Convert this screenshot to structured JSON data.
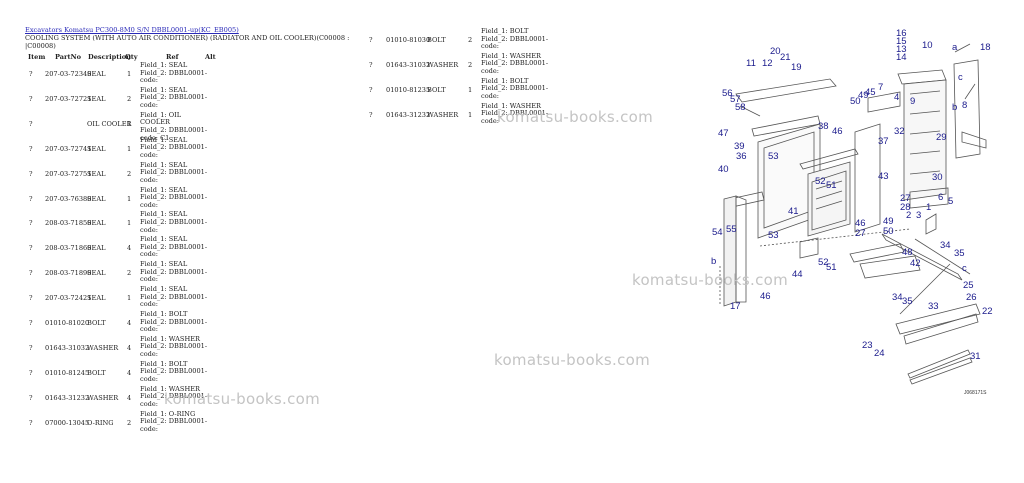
{
  "header": {
    "breadcrumb": "Excavators Komatsu PC300-8M0 S/N DBBL0001-up(KC_EB005)",
    "title_line1": "COOLING SYSTEM (WITH AUTO AIR CONDITIONER) (RADIATOR AND OIL COOLER)(C00008 :",
    "title_line2": "|C00008)"
  },
  "columns": {
    "item": "Item",
    "partno": "PartNo",
    "description": "Description",
    "qty": "Qty",
    "ref": "Ref",
    "alt": "Alt"
  },
  "rows_left": [
    {
      "item": "?",
      "partno": "207-03-72340",
      "desc": "SEAL",
      "qty": "1",
      "f1": "Field_1: SEAL",
      "f2": "Field_2: DBBL0001-",
      "f3": "code:"
    },
    {
      "item": "?",
      "partno": "207-03-72721",
      "desc": "SEAL",
      "qty": "2",
      "f1": "Field_1: SEAL",
      "f2": "Field_2: DBBL0001-",
      "f3": "code:"
    },
    {
      "item": "?",
      "partno": "",
      "desc": "OIL COOLER",
      "qty": "1",
      "f1": "Field_1: OIL COOLER",
      "f2": "Field_2: DBBL0001-",
      "f3": "code: C1"
    },
    {
      "item": "?",
      "partno": "207-03-72741",
      "desc": "SEAL",
      "qty": "1",
      "f1": "Field_1: SEAL",
      "f2": "Field_2: DBBL0001-",
      "f3": "code:"
    },
    {
      "item": "?",
      "partno": "207-03-72751",
      "desc": "SEAL",
      "qty": "2",
      "f1": "Field_1: SEAL",
      "f2": "Field_2: DBBL0001-",
      "f3": "code:"
    },
    {
      "item": "?",
      "partno": "207-03-76380",
      "desc": "SEAL",
      "qty": "1",
      "f1": "Field_1: SEAL",
      "f2": "Field_2: DBBL0001-",
      "f3": "code:"
    },
    {
      "item": "?",
      "partno": "208-03-71850",
      "desc": "SEAL",
      "qty": "1",
      "f1": "Field_1: SEAL",
      "f2": "Field_2: DBBL0001-",
      "f3": "code:"
    },
    {
      "item": "?",
      "partno": "208-03-71860",
      "desc": "SEAL",
      "qty": "4",
      "f1": "Field_1: SEAL",
      "f2": "Field_2: DBBL0001-",
      "f3": "code:"
    },
    {
      "item": "?",
      "partno": "208-03-71890",
      "desc": "SEAL",
      "qty": "2",
      "f1": "Field_1: SEAL",
      "f2": "Field_2: DBBL0001-",
      "f3": "code:"
    },
    {
      "item": "?",
      "partno": "207-03-72421",
      "desc": "SEAL",
      "qty": "1",
      "f1": "Field_1: SEAL",
      "f2": "Field_2: DBBL0001-",
      "f3": "code:"
    },
    {
      "item": "?",
      "partno": "01010-81020",
      "desc": "BOLT",
      "qty": "4",
      "f1": "Field_1: BOLT",
      "f2": "Field_2: DBBL0001-",
      "f3": "code:"
    },
    {
      "item": "?",
      "partno": "01643-31032",
      "desc": "WASHER",
      "qty": "4",
      "f1": "Field_1: WASHER",
      "f2": "Field_2: DBBL0001-",
      "f3": "code:"
    },
    {
      "item": "?",
      "partno": "01010-81245",
      "desc": "BOLT",
      "qty": "4",
      "f1": "Field_1: BOLT",
      "f2": "Field_2: DBBL0001-",
      "f3": "code:"
    },
    {
      "item": "?",
      "partno": "01643-31232",
      "desc": "WASHER",
      "qty": "4",
      "f1": "Field_1: WASHER",
      "f2": "Field_2: DBBL0001-",
      "f3": "code:"
    },
    {
      "item": "?",
      "partno": "07000-13045",
      "desc": "O-RING",
      "qty": "2",
      "f1": "Field_1: O-RING",
      "f2": "Field_2: DBBL0001-",
      "f3": "code:"
    }
  ],
  "rows_right": [
    {
      "item": "?",
      "partno": "01010-81030",
      "desc": "BOLT",
      "qty": "2",
      "f1": "Field_1: BOLT",
      "f2": "Field_2: DBBL0001-",
      "f3": "code:"
    },
    {
      "item": "?",
      "partno": "01643-31032",
      "desc": "WASHER",
      "qty": "2",
      "f1": "Field_1: WASHER",
      "f2": "Field_2: DBBL0001-",
      "f3": "code:"
    },
    {
      "item": "?",
      "partno": "01010-81235",
      "desc": "BOLT",
      "qty": "1",
      "f1": "Field_1: BOLT",
      "f2": "Field_2: DBBL0001-",
      "f3": "code:"
    },
    {
      "item": "?",
      "partno": "01643-31232",
      "desc": "WASHER",
      "qty": "1",
      "f1": "Field_1: WASHER",
      "f2": "Field_2: DBBL0001-",
      "f3": "code:"
    }
  ],
  "watermark": "komatsu-books.com",
  "diagram": {
    "callouts": [
      "16",
      "15",
      "13",
      "14",
      "20",
      "21",
      "10",
      "12",
      "19",
      "11",
      "a",
      "18",
      "c",
      "b",
      "56",
      "57",
      "7",
      "9",
      "8",
      "58",
      "47",
      "50",
      "49",
      "45",
      "38",
      "46",
      "4",
      "32",
      "39",
      "53",
      "37",
      "36",
      "29",
      "40",
      "52",
      "51",
      "43",
      "30",
      "27",
      "28",
      "6",
      "5",
      "3",
      "55",
      "41",
      "2",
      "49",
      "50",
      "54",
      "53",
      "46",
      "27",
      "1",
      "b",
      "44",
      "52",
      "51",
      "48",
      "42",
      "34",
      "35",
      "c",
      "25",
      "26",
      "33",
      "22",
      "17",
      "46",
      "34",
      "35",
      "23",
      "24",
      "31"
    ],
    "code": "J068171S"
  }
}
